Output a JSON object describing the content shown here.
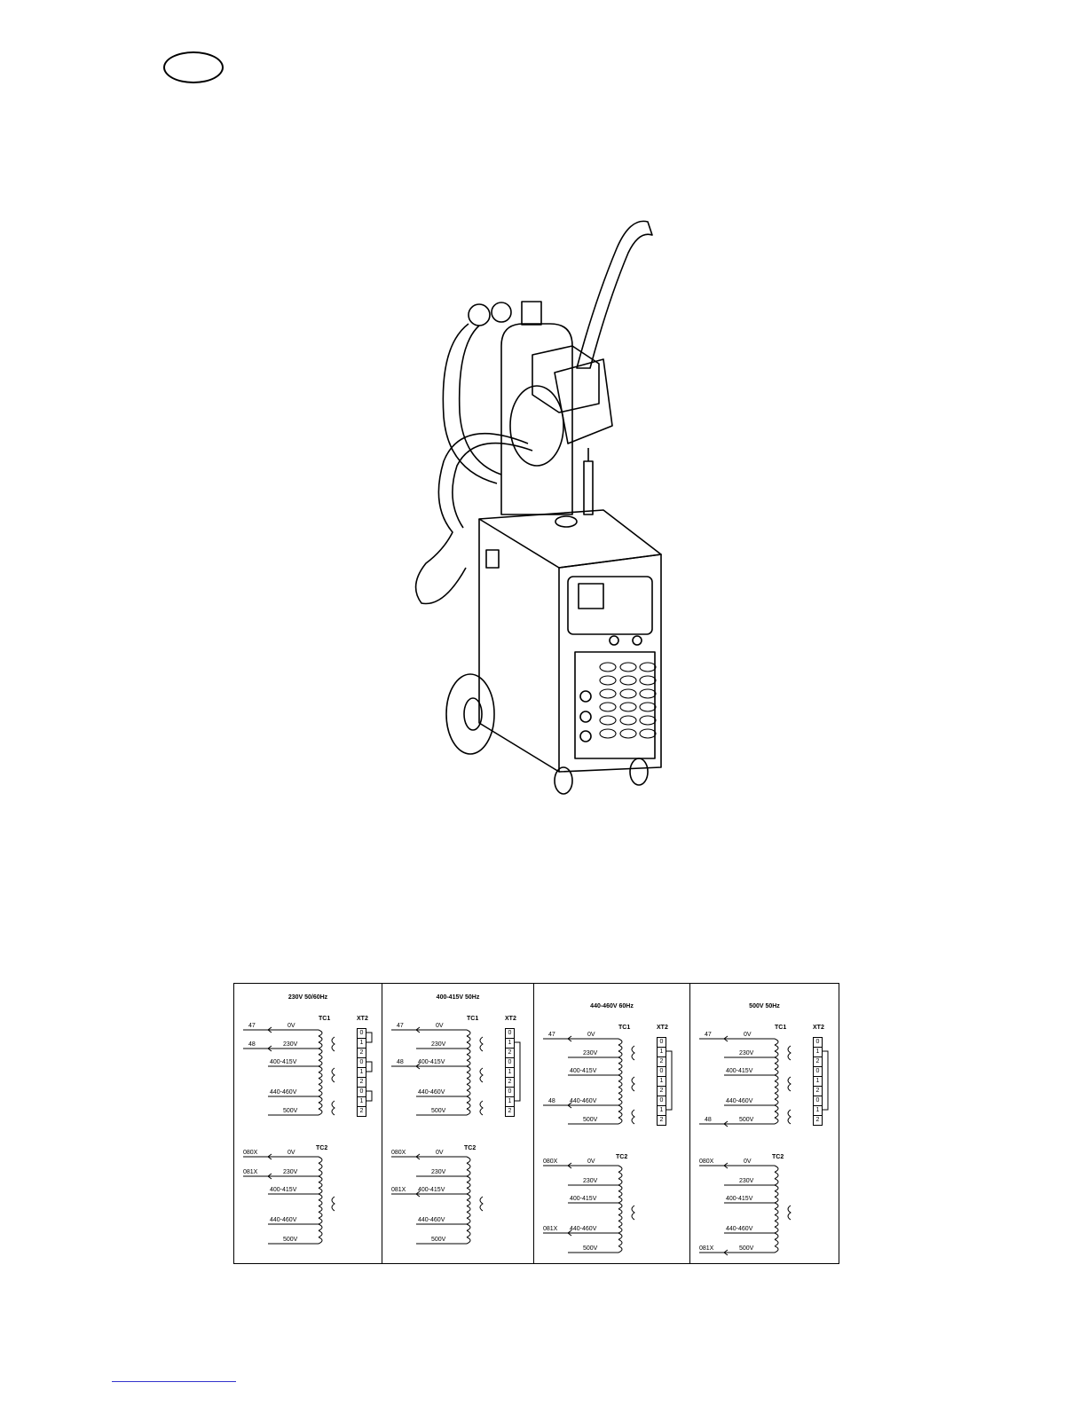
{
  "panels": [
    {
      "title": "230V 50/60Hz",
      "tc1": "TC1",
      "xt2": "XT2",
      "tc2": "TC2",
      "tc1_inputs": [
        "47",
        "48"
      ],
      "tc1_taps": [
        "0V",
        "230V",
        "400-415V",
        "440-460V",
        "500V"
      ],
      "xt2_cells": [
        "0",
        "1",
        "2",
        "0",
        "1",
        "2",
        "0",
        "1",
        "2"
      ],
      "tc2_inputs": [
        "080X",
        "081X"
      ],
      "tc2_taps": [
        "0V",
        "230V",
        "400-415V",
        "440-460V",
        "500V"
      ]
    },
    {
      "title": "400-415V 50Hz",
      "tc1": "TC1",
      "xt2": "XT2",
      "tc2": "TC2",
      "tc1_inputs": [
        "47",
        "48"
      ],
      "tc1_taps": [
        "0V",
        "230V",
        "400-415V",
        "440-460V",
        "500V"
      ],
      "xt2_cells": [
        "0",
        "1",
        "2",
        "0",
        "1",
        "2",
        "0",
        "1",
        "2"
      ],
      "tc2_inputs": [
        "080X",
        "081X"
      ],
      "tc2_taps": [
        "0V",
        "230V",
        "400-415V",
        "440-460V",
        "500V"
      ]
    },
    {
      "title": "440-460V 60Hz",
      "tc1": "TC1",
      "xt2": "XT2",
      "tc2": "TC2",
      "tc1_inputs": [
        "47",
        "48"
      ],
      "tc1_taps": [
        "0V",
        "230V",
        "400-415V",
        "440-460V",
        "500V"
      ],
      "xt2_cells": [
        "0",
        "1",
        "2",
        "0",
        "1",
        "2",
        "0",
        "1",
        "2"
      ],
      "tc2_inputs": [
        "080X",
        "081X"
      ],
      "tc2_taps": [
        "0V",
        "230V",
        "400-415V",
        "440-460V",
        "500V"
      ]
    },
    {
      "title": "500V 50Hz",
      "tc1": "TC1",
      "xt2": "XT2",
      "tc2": "TC2",
      "tc1_inputs": [
        "47",
        "48"
      ],
      "tc1_taps": [
        "0V",
        "230V",
        "400-415V",
        "440-460V",
        "500V"
      ],
      "xt2_cells": [
        "0",
        "1",
        "2",
        "0",
        "1",
        "2",
        "0",
        "1",
        "2"
      ],
      "tc2_inputs": [
        "080X",
        "081X"
      ],
      "tc2_taps": [
        "0V",
        "230V",
        "400-415V",
        "440-460V",
        "500V"
      ]
    }
  ]
}
